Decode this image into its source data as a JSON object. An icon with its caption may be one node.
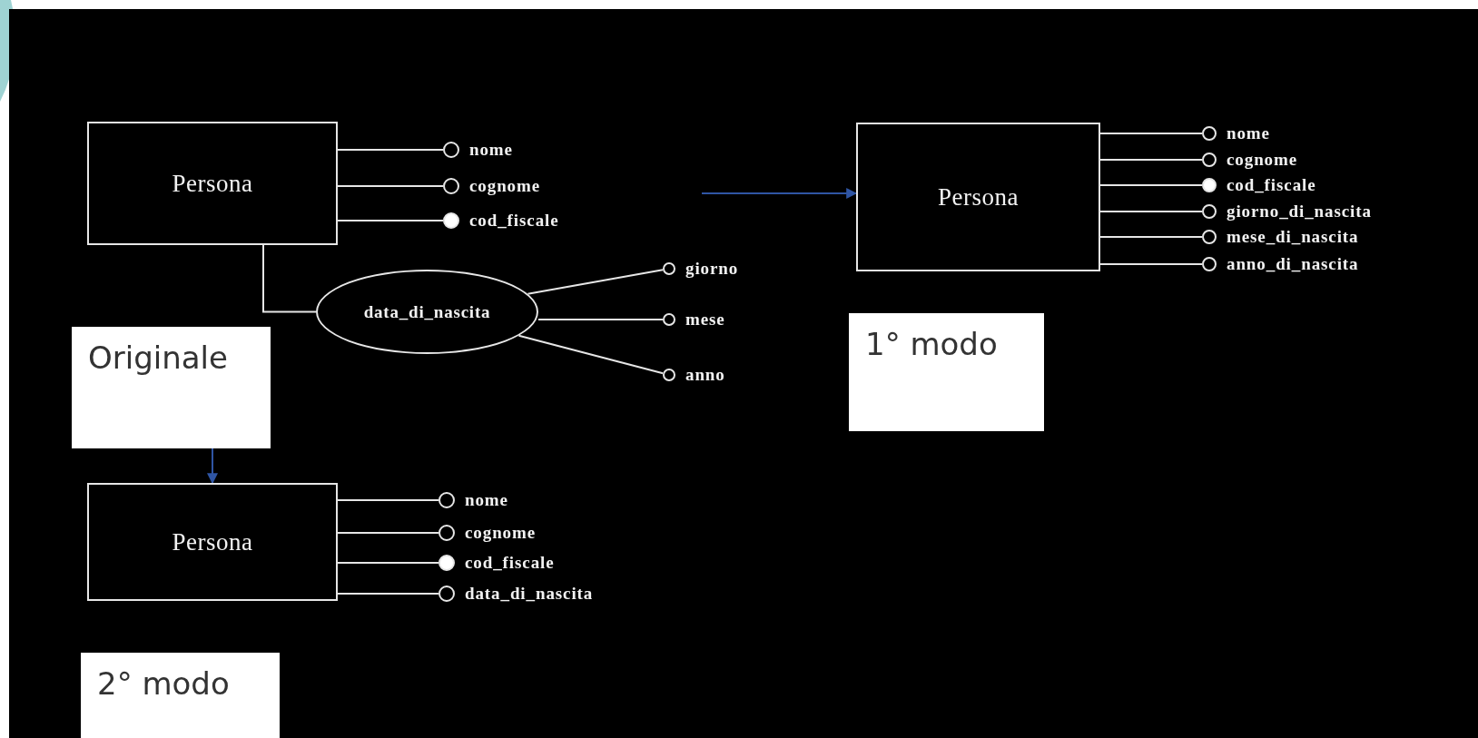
{
  "diagram": {
    "nodes": [
      {
        "text": [
          "Persona"
        ]
      },
      {
        "text": [],
        "shape": "circle",
        "beside": [
          "nome"
        ]
      },
      {
        "text": [],
        "shape": "circle",
        "beside": [
          "cognome"
        ]
      },
      {
        "text": [],
        "shape": "dot",
        "beside": [
          "cod_fiscale"
        ]
      },
      {
        "text": [
          "data_di_nascita"
        ]
      },
      {
        "text": [],
        "shape": "circle",
        "beside": [
          "giorno"
        ]
      },
      {
        "text": [],
        "shape": "circle",
        "beside": [
          "mese"
        ]
      },
      {
        "text": [],
        "shape": "circle",
        "beside": [
          "anno"
        ]
      },
      {
        "text": [
          "Originale"
        ]
      },
      {
        "text": [
          "Persona"
        ]
      },
      {
        "text": [],
        "shape": "circle",
        "beside": [
          "nome"
        ]
      },
      {
        "text": [],
        "shape": "circle",
        "beside": [
          "cognome"
        ]
      },
      {
        "text": [],
        "shape": "dot",
        "beside": [
          "cod_fiscale"
        ]
      },
      {
        "text": [],
        "shape": "circle",
        "beside": [
          "giorno_di_nascita"
        ]
      },
      {
        "text": [],
        "shape": "circle",
        "beside": [
          "mese_di_nascita"
        ]
      },
      {
        "text": [],
        "shape": "circle",
        "beside": [
          "anno_di_nascita"
        ]
      },
      {
        "text": [
          "1° modo"
        ]
      },
      {
        "text": [
          "Persona"
        ]
      },
      {
        "text": [],
        "shape": "circle",
        "beside": [
          "nome"
        ]
      },
      {
        "text": [],
        "shape": "circle",
        "beside": [
          "cognome"
        ]
      },
      {
        "text": [],
        "shape": "dot",
        "beside": [
          "cod_fiscale"
        ]
      },
      {
        "text": [],
        "shape": "circle",
        "beside": [
          "data_di_nascita"
        ]
      },
      {
        "text": [
          "2° modo"
        ]
      }
    ],
    "edges": [
      {
        "from": 0,
        "to": 1,
        "arrow": "none"
      },
      {
        "from": 0,
        "to": 2,
        "arrow": "none"
      },
      {
        "from": 0,
        "to": 3,
        "arrow": "none"
      },
      {
        "from": 0,
        "to": 4,
        "arrow": "none"
      },
      {
        "from": 4,
        "to": 5,
        "arrow": "none"
      },
      {
        "from": 4,
        "to": 6,
        "arrow": "none"
      },
      {
        "from": 4,
        "to": 7,
        "arrow": "none"
      },
      {
        "from": null,
        "to": 9,
        "arrow": "to",
        "color": "#2f55a4"
      },
      {
        "from": 8,
        "to": 17,
        "arrow": "to",
        "color": "#2f55a4"
      },
      {
        "from": 9,
        "to": 10,
        "arrow": "none"
      },
      {
        "from": 9,
        "to": 11,
        "arrow": "none"
      },
      {
        "from": 9,
        "to": 12,
        "arrow": "none"
      },
      {
        "from": 9,
        "to": 13,
        "arrow": "none"
      },
      {
        "from": 9,
        "to": 14,
        "arrow": "none"
      },
      {
        "from": 9,
        "to": 15,
        "arrow": "none"
      },
      {
        "from": 17,
        "to": 18,
        "arrow": "none"
      },
      {
        "from": 17,
        "to": 19,
        "arrow": "none"
      },
      {
        "from": 17,
        "to": 20,
        "arrow": "none"
      },
      {
        "from": 17,
        "to": 21,
        "arrow": "none"
      }
    ]
  }
}
